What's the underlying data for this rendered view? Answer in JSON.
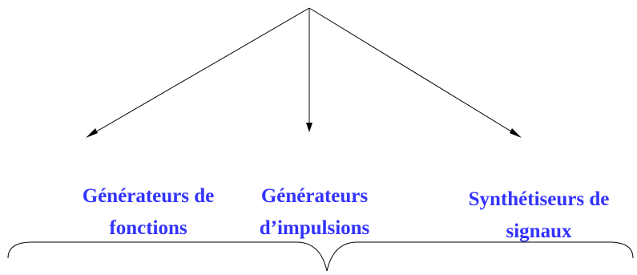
{
  "colors": {
    "label": "#3333ff",
    "lines": "#000000"
  },
  "nodes": [
    {
      "line1": "Générateurs de",
      "line2": "fonctions"
    },
    {
      "line1": "Générateurs",
      "line2": "d’impulsions"
    },
    {
      "line1": "Synthétiseurs de",
      "line2": "signaux"
    }
  ]
}
